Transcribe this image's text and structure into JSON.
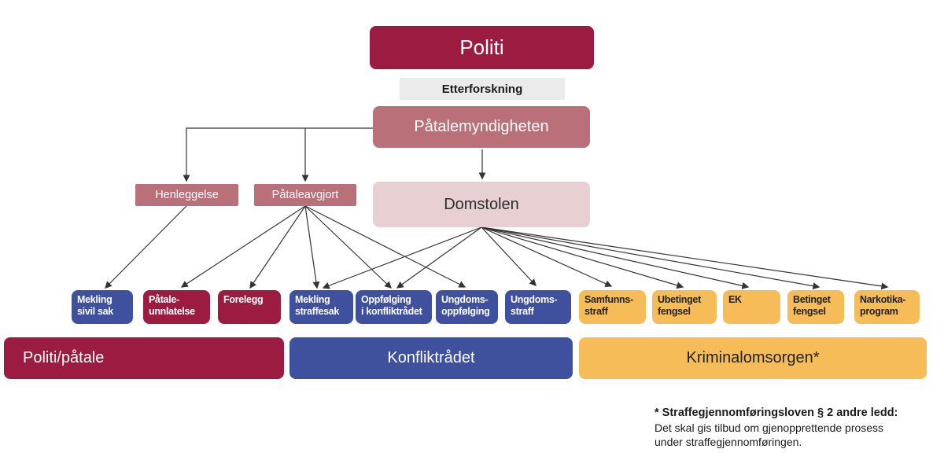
{
  "diagram": {
    "politi": "Politi",
    "etterforskning": "Etterforskning",
    "patalemyndigheten": "Påtalemyndigheten",
    "henleggelse": "Henleggelse",
    "pataleavgjort": "Påtaleavgjort",
    "domstolen": "Domstolen",
    "outcomes": [
      {
        "label": "Mekling\nsivil sak",
        "category": "konfliktradet"
      },
      {
        "label": "Påtale-\nunnlatelse",
        "category": "politi-patale"
      },
      {
        "label": "Forelegg",
        "category": "politi-patale"
      },
      {
        "label": "Mekling\nstraffesak",
        "category": "konfliktradet"
      },
      {
        "label": "Oppfølging\ni konfliktrådet",
        "category": "konfliktradet"
      },
      {
        "label": "Ungdoms-\noppfølging",
        "category": "konfliktradet"
      },
      {
        "label": "Ungdoms-\nstraff",
        "category": "konfliktradet"
      },
      {
        "label": "Samfunns-\nstraff",
        "category": "kriminalomsorgen"
      },
      {
        "label": "Ubetinget\nfengsel",
        "category": "kriminalomsorgen"
      },
      {
        "label": "EK",
        "category": "kriminalomsorgen"
      },
      {
        "label": "Betinget\nfengsel",
        "category": "kriminalomsorgen"
      },
      {
        "label": "Narkotika-\nprogram",
        "category": "kriminalomsorgen"
      }
    ],
    "bars": [
      {
        "label": "Politi/påtale"
      },
      {
        "label": "Konfliktrådet"
      },
      {
        "label": "Kriminalomsorgen*"
      }
    ],
    "footnote": {
      "title": "* Straffegjennomføringsloven § 2 andre ledd:",
      "body": "Det skal gis tilbud om gjenopprettende prosess\nunder straffegjennomføringen."
    },
    "colors": {
      "dark_red": "#9B1C40",
      "rose": "#B97079",
      "light_pink": "#E7CFD2",
      "light_gray": "#EBEBEB",
      "blue": "#3F519E",
      "yellow": "#F6BC57",
      "line": "#333333"
    }
  }
}
